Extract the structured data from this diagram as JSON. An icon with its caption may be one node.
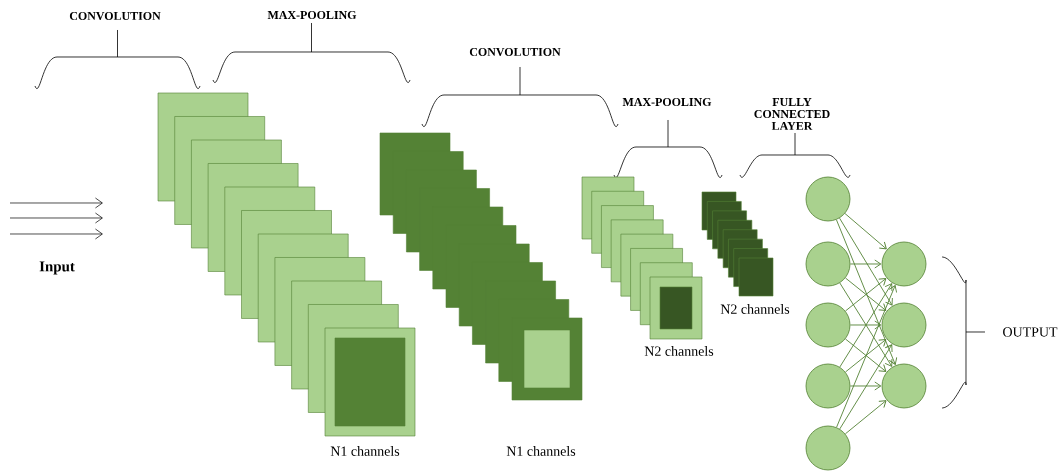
{
  "diagram": {
    "nodes": [
      {
        "text": [],
        "shape": "circle"
      },
      {
        "text": [],
        "shape": "circle"
      },
      {
        "text": [],
        "shape": "circle"
      },
      {
        "text": [],
        "shape": "circle"
      },
      {
        "text": [],
        "shape": "circle"
      },
      {
        "text": [],
        "shape": "circle"
      },
      {
        "text": [],
        "shape": "circle"
      },
      {
        "text": [],
        "shape": "circle"
      }
    ],
    "edges": [
      {
        "from": 0,
        "to": 5,
        "arrow": "to"
      },
      {
        "from": 0,
        "to": 6,
        "arrow": "to"
      },
      {
        "from": 0,
        "to": 7,
        "arrow": "to"
      },
      {
        "from": 1,
        "to": 5,
        "arrow": "to"
      },
      {
        "from": 1,
        "to": 6,
        "arrow": "to"
      },
      {
        "from": 1,
        "to": 7,
        "arrow": "to"
      },
      {
        "from": 2,
        "to": 5,
        "arrow": "to"
      },
      {
        "from": 2,
        "to": 6,
        "arrow": "to"
      },
      {
        "from": 2,
        "to": 7,
        "arrow": "to"
      },
      {
        "from": 3,
        "to": 5,
        "arrow": "to"
      },
      {
        "from": 3,
        "to": 6,
        "arrow": "to"
      },
      {
        "from": 3,
        "to": 7,
        "arrow": "to"
      },
      {
        "from": 4,
        "to": 5,
        "arrow": "to"
      },
      {
        "from": 4,
        "to": 6,
        "arrow": "to"
      },
      {
        "from": 4,
        "to": 7,
        "arrow": "to"
      }
    ],
    "labels": [
      "CONVOLUTION",
      "MAX-POOLING",
      "CONVOLUTION",
      "MAX-POOLING",
      "FULLY CONNECTED LAYER",
      "Input",
      "N2 channels",
      "N2 channels",
      "N1 channels",
      "N1 channels",
      "OUTPUT"
    ]
  }
}
